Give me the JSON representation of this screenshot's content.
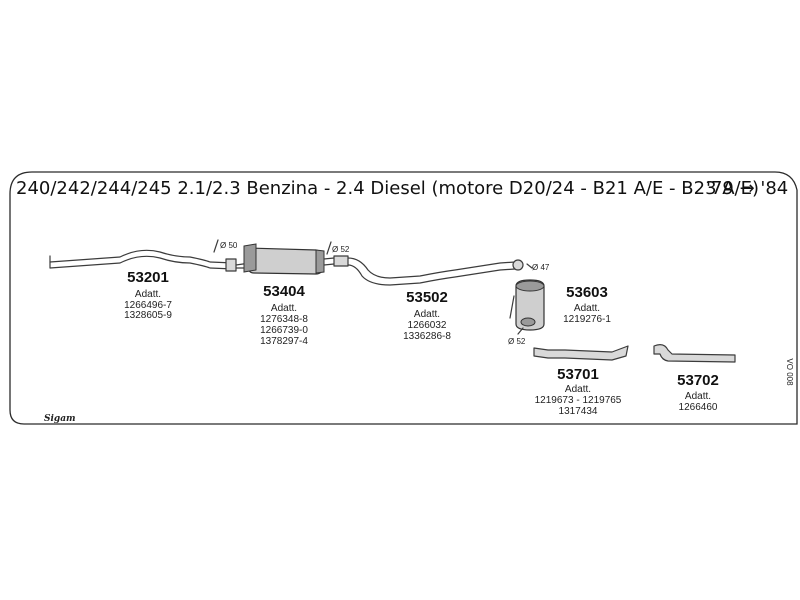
{
  "title": "240/242/244/245 2.1/2.3 Benzina - 2.4 Diesel (motore D20/24 - B21 A/E - B23 A/E)",
  "years": "'79 → '84",
  "diameters": {
    "d50": "Ø 50",
    "d52a": "Ø 52",
    "d47": "Ø 47",
    "d52b": "Ø 52"
  },
  "parts": [
    {
      "code": "53201",
      "adapt": "Adatt.",
      "refs": [
        "1266496-7",
        "1328605-9"
      ]
    },
    {
      "code": "53404",
      "adapt": "Adatt.",
      "refs": [
        "1276348-8",
        "1266739-0",
        "1378297-4"
      ]
    },
    {
      "code": "53502",
      "adapt": "Adatt.",
      "refs": [
        "1266032",
        "1336286-8"
      ]
    },
    {
      "code": "53603",
      "adapt": "Adatt.",
      "refs": [
        "1219276-1"
      ]
    },
    {
      "code": "53701",
      "adapt": "Adatt.",
      "refs": [
        "1219673 - 1219765",
        "1317434"
      ]
    },
    {
      "code": "53702",
      "adapt": "Adatt.",
      "refs": [
        "1266460"
      ]
    }
  ],
  "catalog_code": "VO 008",
  "logo": "Sigam"
}
